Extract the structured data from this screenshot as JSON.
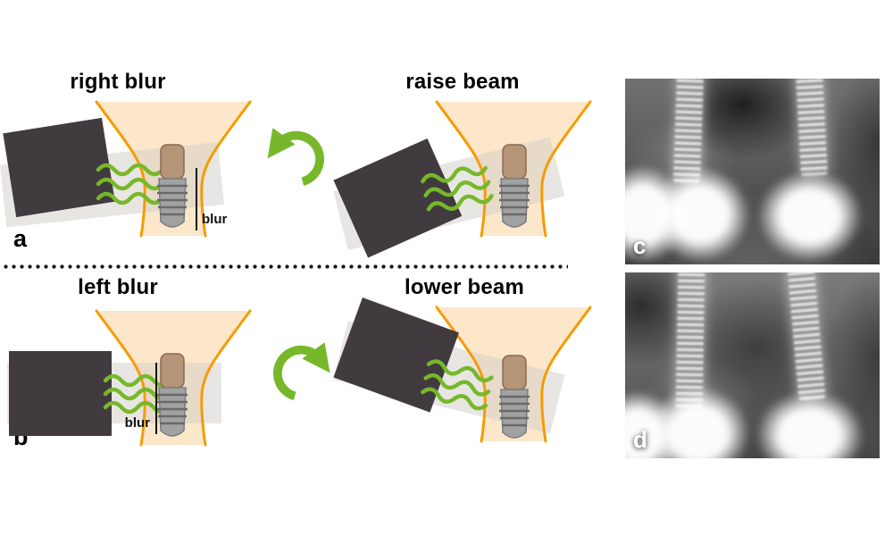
{
  "figure": {
    "row_a": {
      "panel_label": "a",
      "left_title": "right blur",
      "right_title": "raise beam",
      "blur_annotation": "blur",
      "rotation_direction": "counterclockwise"
    },
    "row_b": {
      "panel_label": "b",
      "left_title": "left blur",
      "right_title": "lower beam",
      "blur_annotation": "blur",
      "rotation_direction": "clockwise"
    },
    "radiographs": {
      "c": {
        "panel_label": "c"
      },
      "d": {
        "panel_label": "d"
      }
    },
    "colors": {
      "beam_green": "#76b82a",
      "funnel_orange": "#f59c00",
      "funnel_fill": "#fbe3c2",
      "sensor_dark": "#413b40",
      "background": "#ffffff"
    }
  }
}
